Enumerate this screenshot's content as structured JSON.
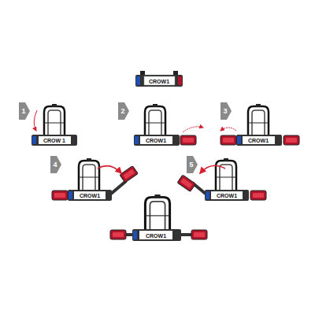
{
  "diagram": {
    "labels": [
      "CROW1",
      "1",
      "CROW 1",
      "2",
      "CROW1",
      "3",
      "CROW1",
      "4",
      "CROW1",
      "5",
      "CROW1",
      "CROW1"
    ]
  }
}
